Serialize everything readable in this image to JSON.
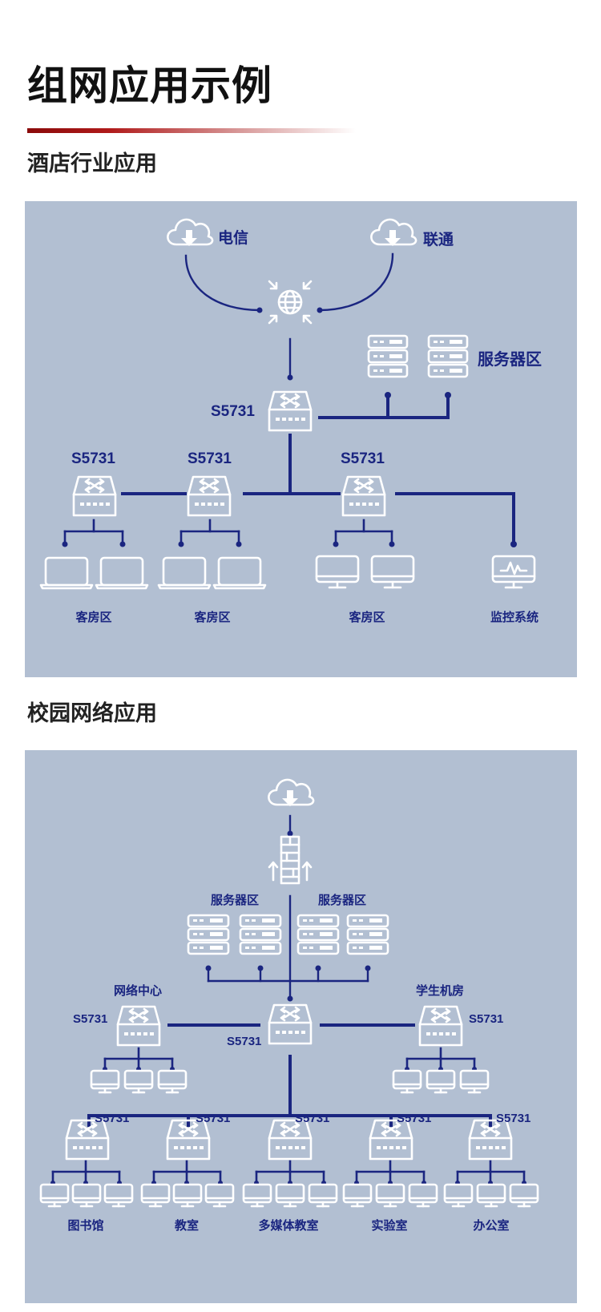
{
  "page_title": "组网应用示例",
  "sections": [
    {
      "id": "hotel",
      "title": "酒店行业应用"
    },
    {
      "id": "campus",
      "title": "校园网络应用"
    }
  ],
  "hotel": {
    "isp1": "电信",
    "isp2": "联通",
    "server_zone": "服务器区",
    "core_switch": "S5731",
    "access_switches": [
      "S5731",
      "S5731",
      "S5731"
    ],
    "zones": [
      "客房区",
      "客房区",
      "客房区",
      "监控系统"
    ]
  },
  "campus": {
    "server_zone_left": "服务器区",
    "server_zone_right": "服务器区",
    "core_switch": "S5731",
    "left_group": {
      "name": "网络中心",
      "switch": "S5731"
    },
    "right_group": {
      "name": "学生机房",
      "switch": "S5731"
    },
    "bottom_switches": [
      "S5731",
      "S5731",
      "S5731",
      "S5731",
      "S5731"
    ],
    "bottom_zones": [
      "图书馆",
      "教室",
      "多媒体教室",
      "实验室",
      "办公室"
    ]
  },
  "colors": {
    "panel_bg": "#b2bfd2",
    "line": "#1a2580",
    "accent_red": "#9b0d0d"
  }
}
